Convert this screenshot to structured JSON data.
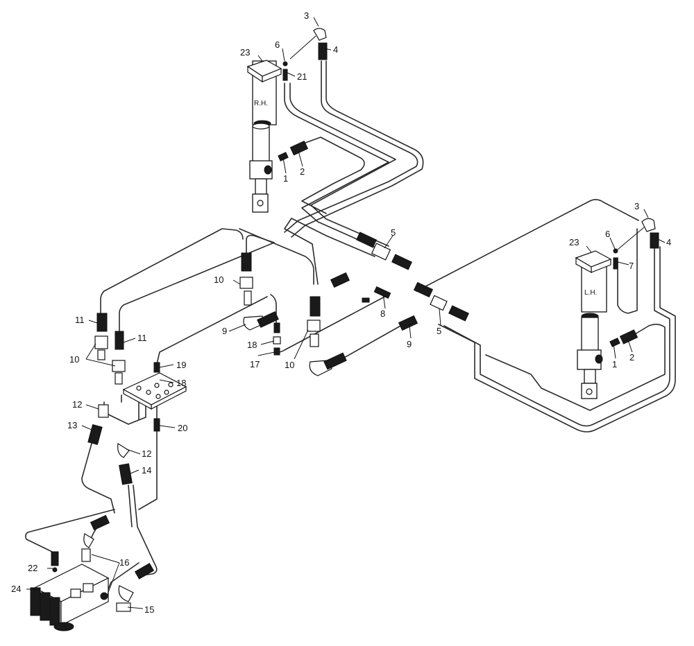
{
  "cylinders": [
    {
      "id": "rh",
      "text": "R.H."
    },
    {
      "id": "lh",
      "text": "L.H."
    }
  ],
  "callouts": [
    {
      "id": "c3a",
      "text": "3"
    },
    {
      "id": "c4a",
      "text": "4"
    },
    {
      "id": "c6a",
      "text": "6"
    },
    {
      "id": "c23a",
      "text": "23"
    },
    {
      "id": "c21",
      "text": "21"
    },
    {
      "id": "c1a",
      "text": "1"
    },
    {
      "id": "c2a",
      "text": "2"
    },
    {
      "id": "c3b",
      "text": "3"
    },
    {
      "id": "c4b",
      "text": "4"
    },
    {
      "id": "c6b",
      "text": "6"
    },
    {
      "id": "c23b",
      "text": "23"
    },
    {
      "id": "c7",
      "text": "7"
    },
    {
      "id": "c1b",
      "text": "1"
    },
    {
      "id": "c2b",
      "text": "2"
    },
    {
      "id": "c5a",
      "text": "5"
    },
    {
      "id": "c5b",
      "text": "5"
    },
    {
      "id": "c8",
      "text": "8"
    },
    {
      "id": "c9a",
      "text": "9"
    },
    {
      "id": "c9b",
      "text": "9"
    },
    {
      "id": "c10a",
      "text": "10"
    },
    {
      "id": "c10b",
      "text": "10"
    },
    {
      "id": "c10c",
      "text": "10"
    },
    {
      "id": "c11a",
      "text": "11"
    },
    {
      "id": "c11b",
      "text": "11"
    },
    {
      "id": "c12a",
      "text": "12"
    },
    {
      "id": "c12b",
      "text": "12"
    },
    {
      "id": "c13",
      "text": "13"
    },
    {
      "id": "c14",
      "text": "14"
    },
    {
      "id": "c15",
      "text": "15"
    },
    {
      "id": "c16",
      "text": "16"
    },
    {
      "id": "c17",
      "text": "17"
    },
    {
      "id": "c18a",
      "text": "18"
    },
    {
      "id": "c18b",
      "text": "18"
    },
    {
      "id": "c19",
      "text": "19"
    },
    {
      "id": "c20",
      "text": "20"
    },
    {
      "id": "c22",
      "text": "22"
    },
    {
      "id": "c24",
      "text": "24"
    }
  ]
}
